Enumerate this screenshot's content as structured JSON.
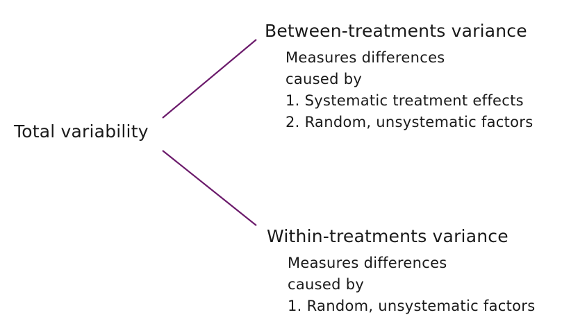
{
  "diagram": {
    "root": {
      "label": "Total variability"
    },
    "branches": [
      {
        "title": "Between-treatments variance",
        "description": [
          "Measures differences",
          "caused by",
          "1. Systematic treatment effects",
          "2. Random, unsystematic factors"
        ]
      },
      {
        "title": "Within-treatments variance",
        "description": [
          "Measures differences",
          "caused by",
          "1. Random, unsystematic factors"
        ]
      }
    ],
    "colors": {
      "connector": "#6b1a6b",
      "text": "#1a1a1a",
      "background": "#ffffff"
    }
  }
}
